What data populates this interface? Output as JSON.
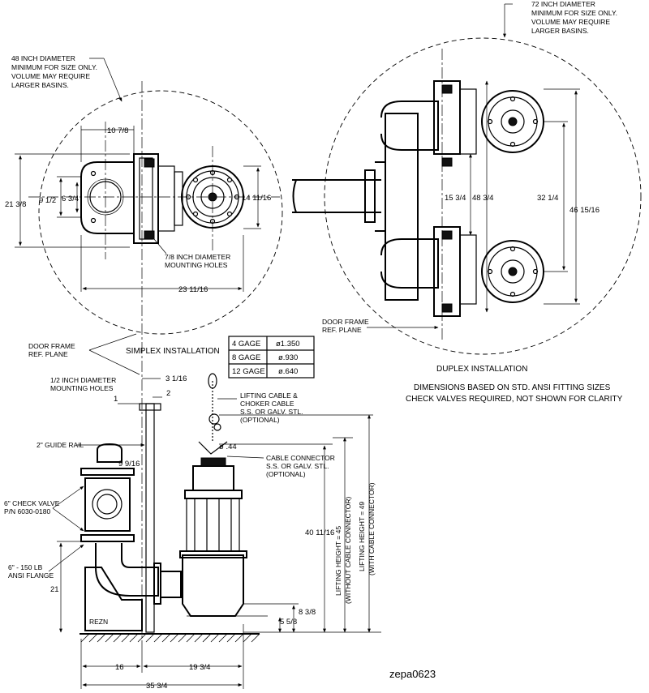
{
  "notes": {
    "circle48": [
      "48 INCH DIAMETER",
      "MINIMUM FOR SIZE ONLY.",
      "VOLUME MAY REQUIRE",
      "LARGER BASINS."
    ],
    "circle72": [
      "72 INCH DIAMETER",
      "MINIMUM FOR SIZE ONLY.",
      "VOLUME MAY REQUIRE",
      "LARGER BASINS."
    ],
    "mounting_holes_78": [
      "7/8 INCH DIAMETER",
      "MOUNTING HOLES"
    ],
    "door_frame_left": [
      "DOOR FRAME",
      "REF. PLANE"
    ],
    "door_frame_right": [
      "DOOR FRAME",
      "REF. PLANE"
    ],
    "simplex": "SIMPLEX INSTALLATION",
    "duplex": "DUPLEX INSTALLATION",
    "dimensions_note": [
      "DIMENSIONS BASED ON STD. ANSI FITTING SIZES",
      "CHECK VALVES REQUIRED, NOT SHOWN FOR CLARITY"
    ],
    "mounting_holes_12": [
      "1/2 INCH DIAMETER",
      "MOUNTING HOLES"
    ],
    "lifting_cable": [
      "LIFTING CABLE &",
      "CHOKER CABLE",
      "S.S. OR GALV. STL.",
      "(OPTIONAL)"
    ],
    "cable_connector": [
      "CABLE CONNECTOR",
      "S.S. OR GALV. STL.",
      "(OPTIONAL)"
    ],
    "guide_rail": "2\" GUIDE RAIL",
    "check_valve": [
      "6\" CHECK VALVE",
      "P/N 6030-0180"
    ],
    "flange": [
      "6\" - 150 LB",
      "ANSI FLANGE"
    ],
    "lift_without": [
      "LIFTING HEIGHT = 45",
      "(WITHOUT CABLE CONNECTOR)"
    ],
    "lift_with": [
      "LIFTING HEIGHT = 49",
      "(WITH CABLE CONNECTOR)"
    ],
    "drawing_id": "zepa0623"
  },
  "gage_table": {
    "rows": [
      {
        "gage": "4 GAGE",
        "dia": "ø1.350"
      },
      {
        "gage": "8 GAGE",
        "dia": "ø.930"
      },
      {
        "gage": "12 GAGE",
        "dia": "ø.640"
      }
    ]
  },
  "dims": {
    "d10_7_8": "10 7/8",
    "d21_3_8": "21 3/8",
    "d9_1_2": "9 1/2",
    "d6_3_4": "6 3/4",
    "d14_11_16": "14 11/16",
    "d23_11_16": "23 11/16",
    "d15_3_4": "15 3/4",
    "d48_3_4": "48 3/4",
    "d32_1_4": "32 1/4",
    "d46_15_16": "46 15/16",
    "d3_1_16": "3 1/16",
    "d2": "2",
    "d1": "1",
    "d9_9_16": "9 9/16",
    "d44": "ø .44",
    "d40_11_16": "40 11/16",
    "d21": "21",
    "d8_3_8": "8 3/8",
    "d5_5_8": "5 5/8",
    "d16": "16",
    "d19_3_4": "19 3/4",
    "d35_3_4": "35 3/4"
  }
}
